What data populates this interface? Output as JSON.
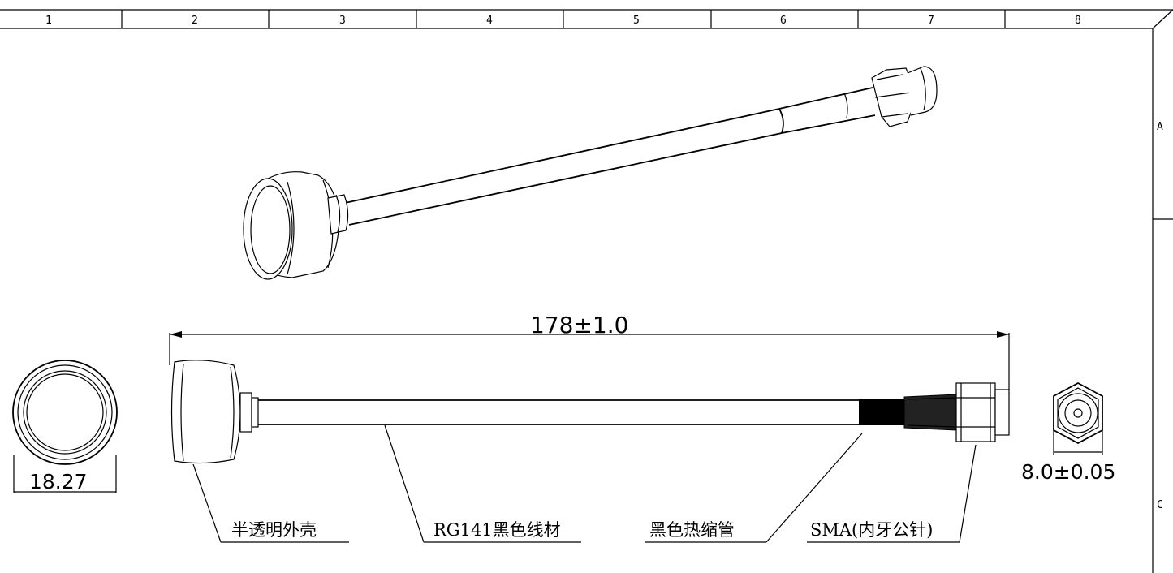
{
  "frame": {
    "columns": [
      "1",
      "2",
      "3",
      "4",
      "5",
      "6",
      "7",
      "8"
    ],
    "rows": [
      "A",
      "C"
    ]
  },
  "dimensions": {
    "overall_length": "178±1.0",
    "cap_diameter": "18.27",
    "connector_hex": "8.0±0.05"
  },
  "callouts": {
    "shell": "半透明外壳",
    "cable": "RG141黑色线材",
    "heatshrink": "黑色热缩管",
    "connector": "SMA(内牙公针)"
  },
  "colors": {
    "line": "#000000",
    "background": "#ffffff",
    "heatshrink": "#000000"
  }
}
